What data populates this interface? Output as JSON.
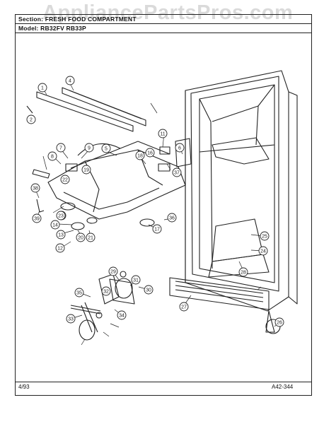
{
  "header": {
    "section_label": "Section:",
    "section_value": "FRESH FOOD COMPARTMENT",
    "model_label": "Model:",
    "model_value": "RB32FV RB33P"
  },
  "watermark": "AppliancePartsPros.com",
  "footer": {
    "date": "4/93",
    "drawing_number": "A42-344"
  },
  "callouts": [
    "1",
    "2",
    "4",
    "5",
    "6",
    "7",
    "8",
    "9",
    "11",
    "12",
    "13",
    "14",
    "15",
    "16",
    "17",
    "18",
    "19",
    "20",
    "21",
    "22",
    "23",
    "24",
    "25",
    "26",
    "27",
    "28",
    "29",
    "30",
    "31",
    "32",
    "33",
    "34",
    "35",
    "36",
    "37",
    "38",
    "39"
  ],
  "colors": {
    "ink": "#222222",
    "paper": "#ffffff"
  }
}
